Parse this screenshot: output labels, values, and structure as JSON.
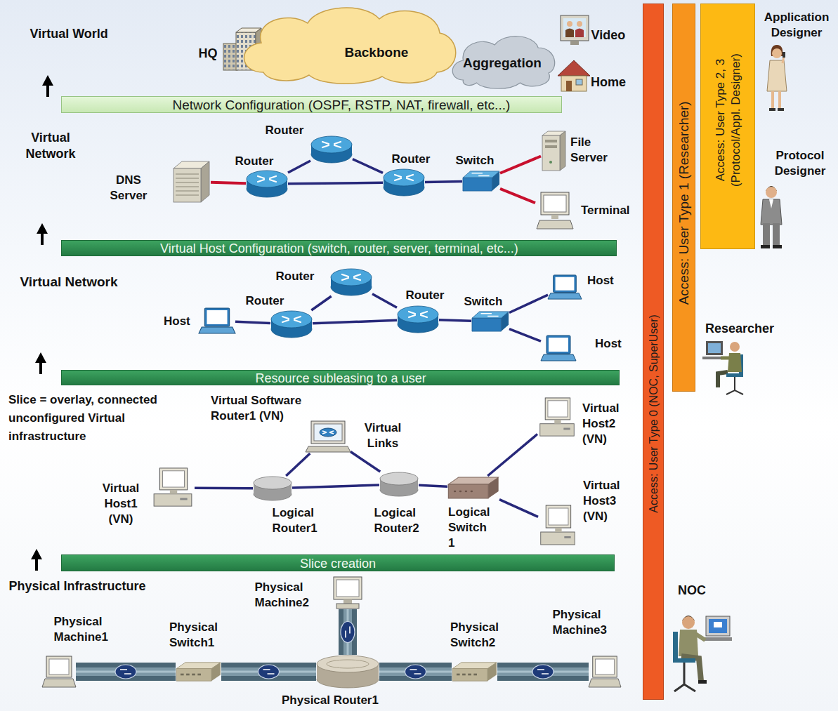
{
  "diagram": {
    "nodes": [
      {
        "text": [
          "Backbone"
        ]
      },
      {
        "text": [
          "Aggregation"
        ]
      },
      {
        "text": [
          "Network Configuration (OSPF, RSTP, NAT, firewall, etc...)"
        ]
      },
      {
        "text": [
          "DNS Server"
        ]
      },
      {
        "text": [
          "Router"
        ]
      },
      {
        "text": [
          "Router"
        ]
      },
      {
        "text": [
          "Router"
        ]
      },
      {
        "text": [
          "Switch"
        ]
      },
      {
        "text": [
          "File Server"
        ]
      },
      {
        "text": [
          "Terminal"
        ]
      },
      {
        "text": [
          "Virtual Host Configuration (switch, router, server, terminal, etc...)"
        ]
      },
      {
        "text": [
          "Host"
        ]
      },
      {
        "text": [
          "Router"
        ]
      },
      {
        "text": [
          "Router"
        ]
      },
      {
        "text": [
          "Router"
        ]
      },
      {
        "text": [
          "Switch"
        ]
      },
      {
        "text": [
          "Host"
        ]
      },
      {
        "text": [
          "Host"
        ]
      },
      {
        "text": [
          "Resource subleasing to a user"
        ]
      },
      {
        "text": [
          "Virtual Host1 (VN)"
        ]
      },
      {
        "text": [
          "Logical Router1"
        ]
      },
      {
        "text": [
          "Virtual Software Router1 (VN)"
        ]
      },
      {
        "text": [
          "Logical Router2"
        ]
      },
      {
        "text": [
          "Logical Switch 1"
        ]
      },
      {
        "text": [
          "Virtual Host2 (VN)"
        ]
      },
      {
        "text": [
          "Virtual Host3 (VN)"
        ]
      },
      {
        "text": [
          "Slice creation"
        ]
      },
      {
        "text": [
          "Physical Machine1"
        ]
      },
      {
        "text": [
          "Physical Switch1"
        ]
      },
      {
        "text": [
          "Physical Router1"
        ]
      },
      {
        "text": [
          "Physical Machine2"
        ]
      },
      {
        "text": [
          "Physical Switch2"
        ]
      },
      {
        "text": [
          "Physical Machine3"
        ]
      },
      {
        "text": [
          "Access: User Type 0 (NOC, SuperUser)"
        ]
      },
      {
        "text": [
          "Access: User Type 1 (Researcher)"
        ]
      },
      {
        "text": [
          "Access: User Type 2, 3 (Protocol/Appl. Designer)"
        ]
      }
    ],
    "edges": [
      {
        "from": 3,
        "to": 4,
        "arrow": "none"
      },
      {
        "from": 4,
        "to": 5,
        "arrow": "none"
      },
      {
        "from": 5,
        "to": 6,
        "arrow": "none"
      },
      {
        "from": 4,
        "to": 6,
        "arrow": "none"
      },
      {
        "from": 6,
        "to": 7,
        "arrow": "none"
      },
      {
        "from": 7,
        "to": 8,
        "arrow": "none"
      },
      {
        "from": 7,
        "to": 9,
        "arrow": "none"
      },
      {
        "from": 11,
        "to": 12,
        "arrow": "none"
      },
      {
        "from": 12,
        "to": 13,
        "arrow": "none"
      },
      {
        "from": 13,
        "to": 14,
        "arrow": "none"
      },
      {
        "from": 12,
        "to": 14,
        "arrow": "none"
      },
      {
        "from": 14,
        "to": 15,
        "arrow": "none"
      },
      {
        "from": 15,
        "to": 16,
        "arrow": "none"
      },
      {
        "from": 15,
        "to": 17,
        "arrow": "none"
      },
      {
        "from": 19,
        "to": 20,
        "arrow": "none"
      },
      {
        "from": 20,
        "to": 21,
        "arrow": "none"
      },
      {
        "from": 21,
        "to": 22,
        "arrow": "none"
      },
      {
        "from": 20,
        "to": 22,
        "arrow": "none"
      },
      {
        "from": 22,
        "to": 23,
        "arrow": "none"
      },
      {
        "from": 23,
        "to": 24,
        "arrow": "none"
      },
      {
        "from": 23,
        "to": 25,
        "arrow": "none"
      },
      {
        "from": 27,
        "to": 28,
        "arrow": "none"
      },
      {
        "from": 28,
        "to": 29,
        "arrow": "none"
      },
      {
        "from": 29,
        "to": 30,
        "arrow": "none"
      },
      {
        "from": 29,
        "to": 31,
        "arrow": "none"
      },
      {
        "from": 31,
        "to": 32,
        "arrow": "none"
      }
    ],
    "labels": [
      "Virtual World",
      "HQ",
      "Video",
      "Home",
      "Application Designer",
      "Protocol Designer",
      "Virtual Network",
      "Virtual Network",
      "Researcher",
      "Slice = overlay, connected unconfigured Virtual infrastructure",
      "Virtual Links",
      "Physical Infrastructure",
      "NOC"
    ]
  }
}
